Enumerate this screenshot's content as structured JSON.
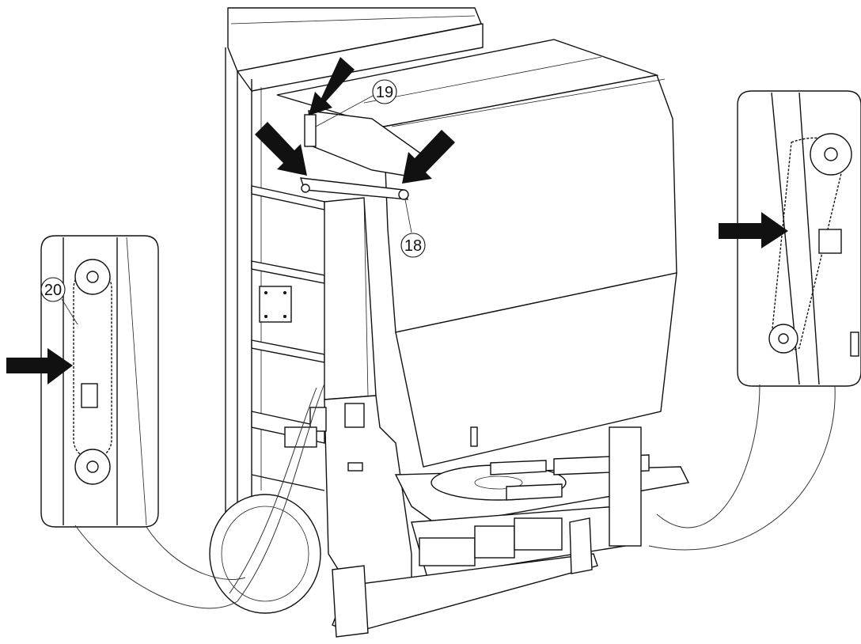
{
  "callouts": {
    "c18": "18",
    "c19": "19",
    "c20": "20"
  },
  "figure": {
    "description_type": "exploded assembly drawing with chain drive detail insets",
    "arrow_color": "#111111",
    "line_color": "#111111"
  }
}
